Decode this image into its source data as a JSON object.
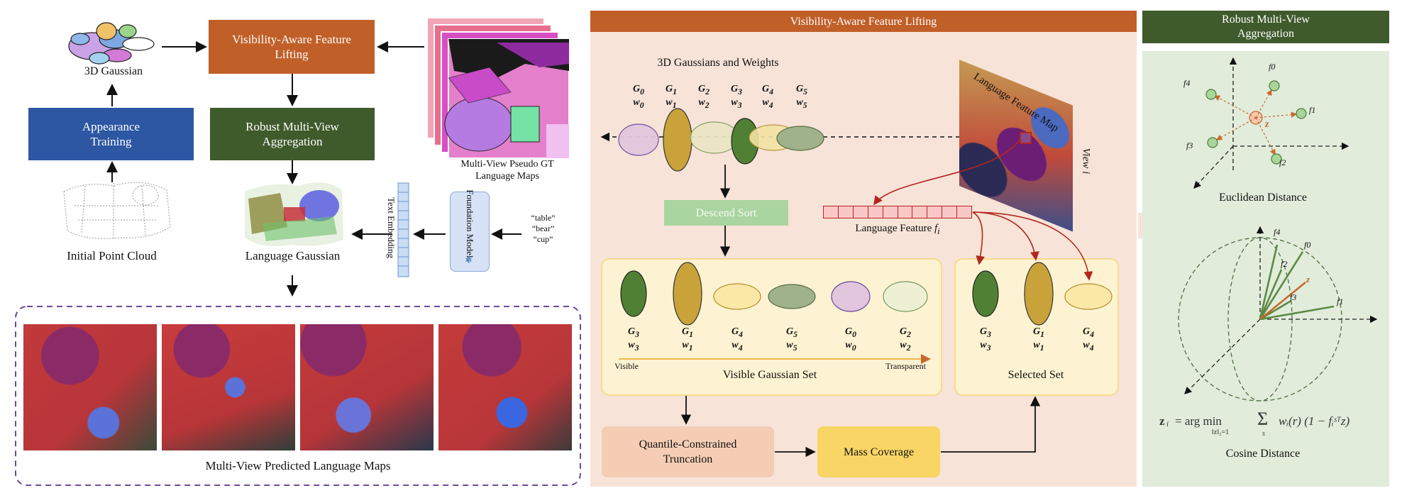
{
  "left": {
    "gaussian_label": "3D Gaussian",
    "vis_lifting": "Visibility-Aware Feature Lifting",
    "appearance": "Appearance Training",
    "robust": "Robust Multi-View Aggregation",
    "multiview_gt": "Multi-View Pseudo GT Language Maps",
    "initial_pc": "Initial Point Cloud",
    "language_gaussian": "Language Gaussian",
    "text_embedding": "Text Embedding",
    "foundation": "Foundation Models",
    "prompts": [
      "“table”",
      "“bear”",
      "“cup”"
    ],
    "predicted_maps": "Multi-View Predicted Language Maps"
  },
  "middle": {
    "header": "Visibility-Aware Feature Lifting",
    "gaussians_title": "3D Gaussians and Weights",
    "top_items": [
      {
        "g": "G",
        "gs": "0",
        "w": "w",
        "ws": "0"
      },
      {
        "g": "G",
        "gs": "1",
        "w": "w",
        "ws": "1"
      },
      {
        "g": "G",
        "gs": "2",
        "w": "w",
        "ws": "2"
      },
      {
        "g": "G",
        "gs": "3",
        "w": "w",
        "ws": "3"
      },
      {
        "g": "G",
        "gs": "4",
        "w": "w",
        "ws": "4"
      },
      {
        "g": "G",
        "gs": "5",
        "w": "w",
        "ws": "5"
      }
    ],
    "feature_map_label": "Language Feature Map",
    "view_label": "View i",
    "descend_sort": "Descend Sort",
    "language_feature": "Language Feature",
    "lf_sym": "f",
    "lf_sub": "i",
    "visible_items": [
      {
        "g": "G",
        "gs": "3",
        "w": "w",
        "ws": "3"
      },
      {
        "g": "G",
        "gs": "1",
        "w": "w",
        "ws": "1"
      },
      {
        "g": "G",
        "gs": "4",
        "w": "w",
        "ws": "4"
      },
      {
        "g": "G",
        "gs": "5",
        "w": "w",
        "ws": "5"
      },
      {
        "g": "G",
        "gs": "0",
        "w": "w",
        "ws": "0"
      },
      {
        "g": "G",
        "gs": "2",
        "w": "w",
        "ws": "2"
      }
    ],
    "visible": "Visible",
    "transparent": "Transparent",
    "visible_set": "Visible Gaussian Set",
    "selected_items": [
      {
        "g": "G",
        "gs": "3",
        "w": "w",
        "ws": "3"
      },
      {
        "g": "G",
        "gs": "1",
        "w": "w",
        "ws": "1"
      },
      {
        "g": "G",
        "gs": "4",
        "w": "w",
        "ws": "4"
      }
    ],
    "selected_set": "Selected Set",
    "quantile": "Quantile-Constrained Truncation",
    "mass": "Mass Coverage"
  },
  "right": {
    "header": "Robust Multi-View Aggregation",
    "euclid_caption": "Euclidean Distance",
    "cosine_caption": "Cosine Distance",
    "z_label": "z",
    "f_labels": [
      "f4",
      "f0",
      "f1",
      "f3",
      "f2"
    ],
    "sphere_f_labels": [
      "f4",
      "f0",
      "f2",
      "z",
      "f3",
      "f1"
    ],
    "formula_lhs": "z",
    "formula_rest": "= arg min",
    "formula_sub": "‖z‖₂=1",
    "formula_sum": "Σ",
    "formula_sum_sub": "s",
    "formula_term": "wᵢ(r) (1 − fᵢˢᵀz)"
  },
  "colors": {
    "orange": "#c15f28",
    "blue": "#2d57a3",
    "green": "#3f5a2b",
    "peach_bg": "#f7e3d8",
    "yellow_panel": "#fdf3d2",
    "mint_bg": "#e1ecdb",
    "sort_green": "#a8d5a0",
    "quantile": "#f4cdb4",
    "mass": "#f8d565",
    "dashed_purple": "#6b4a9b",
    "red_arrow": "#b3261e"
  }
}
